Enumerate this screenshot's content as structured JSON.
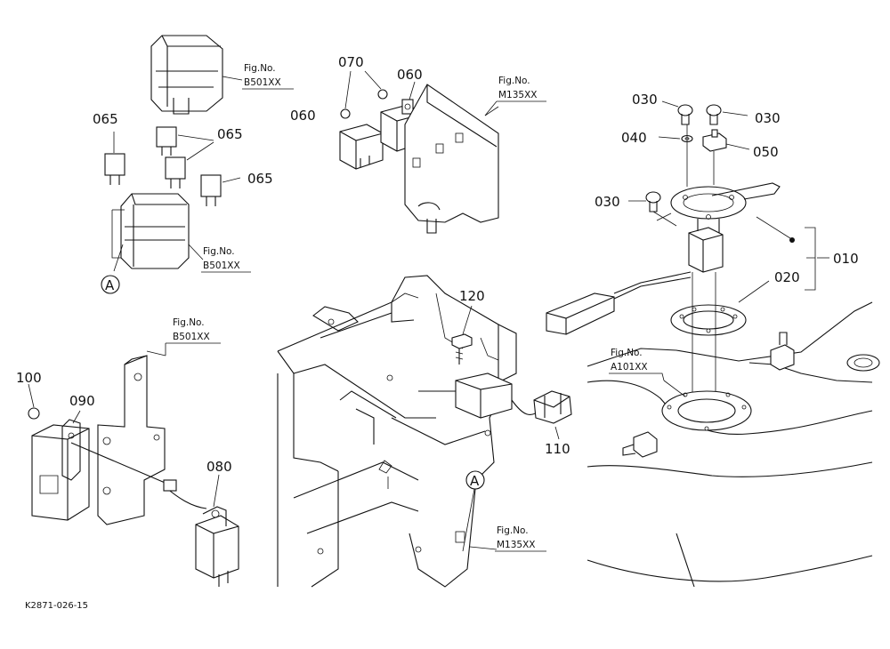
{
  "diagram": {
    "reference_code": "K2871-026-15",
    "part_numbers": {
      "p010": "010",
      "p020": "020",
      "p030a": "030",
      "p030b": "030",
      "p030c": "030",
      "p040": "040",
      "p050": "050",
      "p060a": "060",
      "p060b": "060",
      "p065a": "065",
      "p065b": "065",
      "p065c": "065",
      "p070": "070",
      "p080": "080",
      "p090": "090",
      "p100": "100",
      "p110": "110",
      "p120": "120"
    },
    "fig_refs": {
      "fig_label": "Fig.No.",
      "b501_top": "B501XX",
      "b501_mid": "B501XX",
      "b501_left": "B501XX",
      "m135_top": "M135XX",
      "m135_bottom": "M135XX",
      "a101": "A101XX"
    },
    "callouts": {
      "a_left": "A",
      "a_center": "A"
    }
  }
}
